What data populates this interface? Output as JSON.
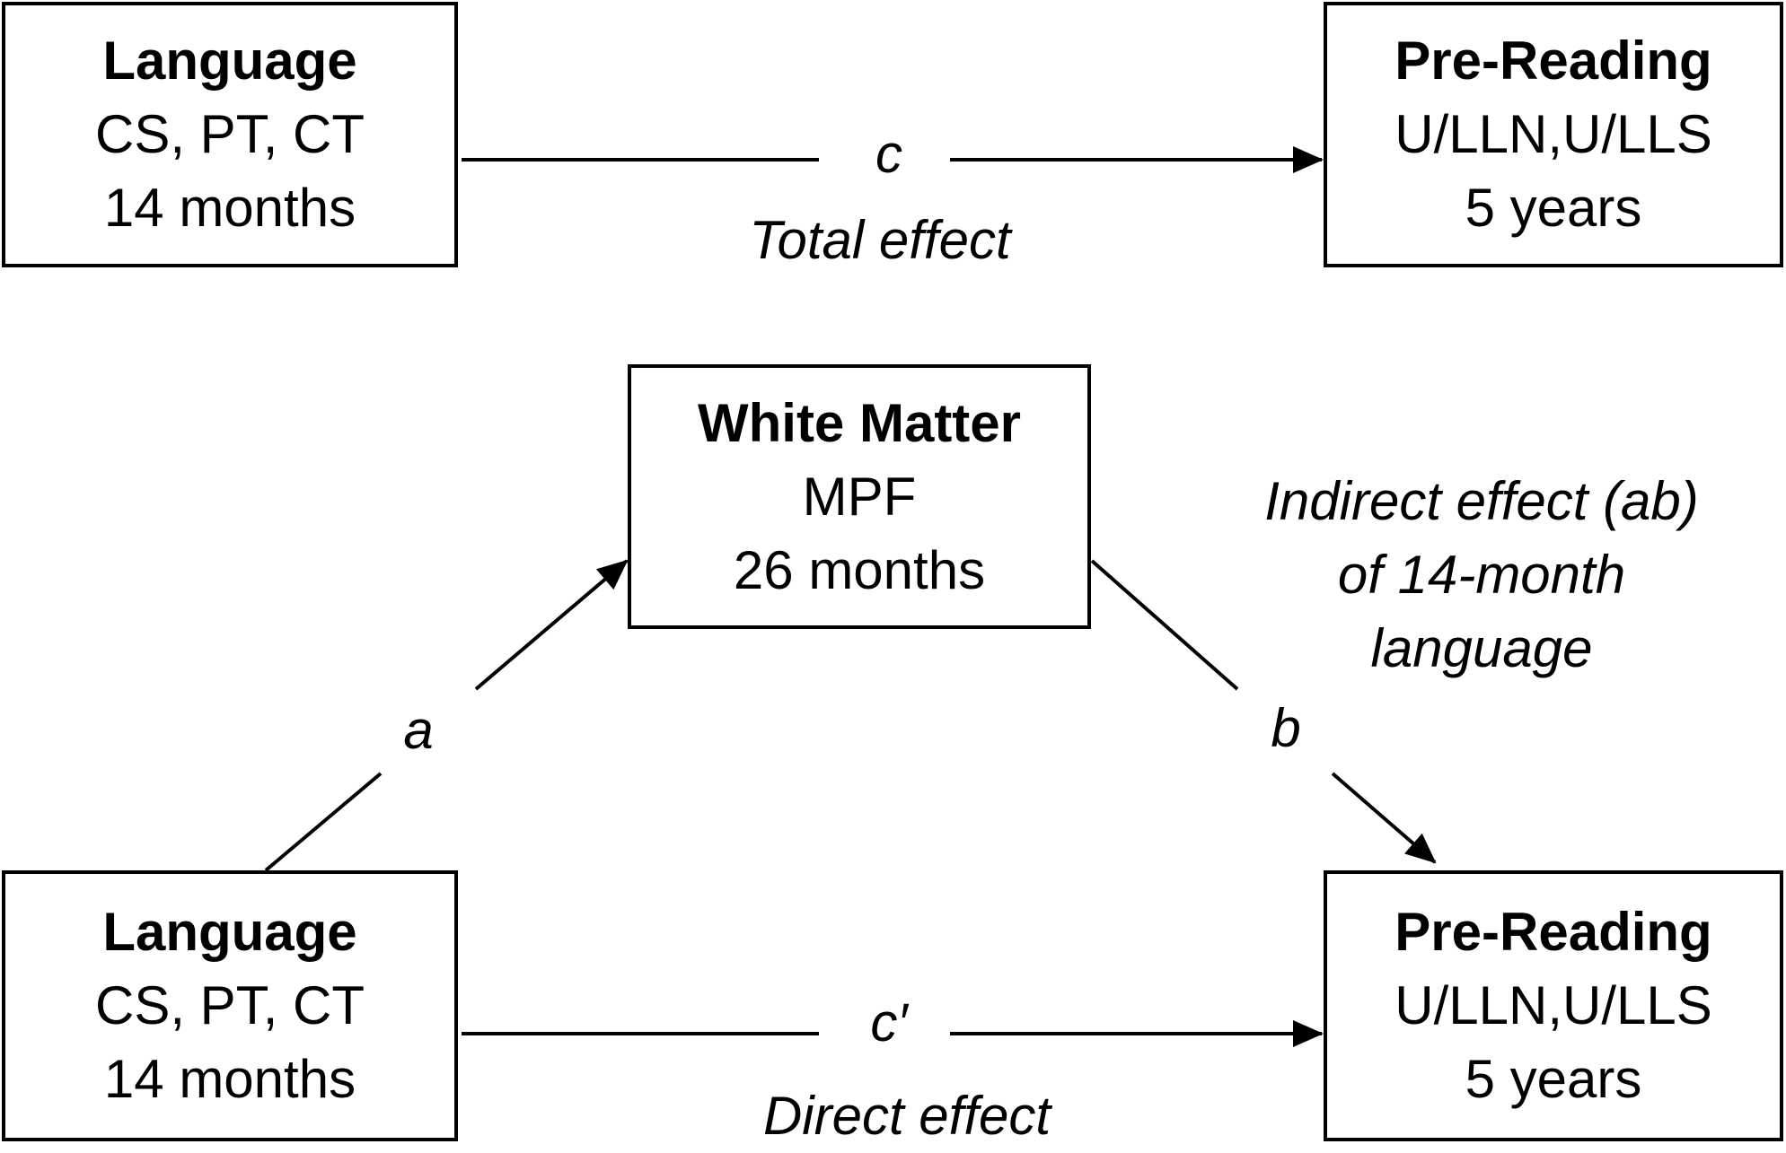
{
  "top_left_box": {
    "title": "Language",
    "measures": "CS, PT,  CT",
    "age": "14 months"
  },
  "top_right_box": {
    "title": "Pre-Reading",
    "measures": "U/LLN,U/LLS",
    "age": "5 years"
  },
  "mediator_box": {
    "title": "White Matter",
    "measures": "MPF",
    "age": "26 months"
  },
  "bottom_left_box": {
    "title": "Language",
    "measures": "CS, PT,  CT",
    "age": "14 months"
  },
  "bottom_right_box": {
    "title": "Pre-Reading",
    "measures": "U/LLN,U/LLS",
    "age": "5 years"
  },
  "paths": {
    "c": "c",
    "total_effect": "Total effect",
    "a": "a",
    "b": "b",
    "c_prime": "c′",
    "direct_effect": "Direct effect"
  },
  "indirect_effect": {
    "line1": "Indirect effect (ab)",
    "line2": "of 14-month",
    "line3": "language"
  }
}
